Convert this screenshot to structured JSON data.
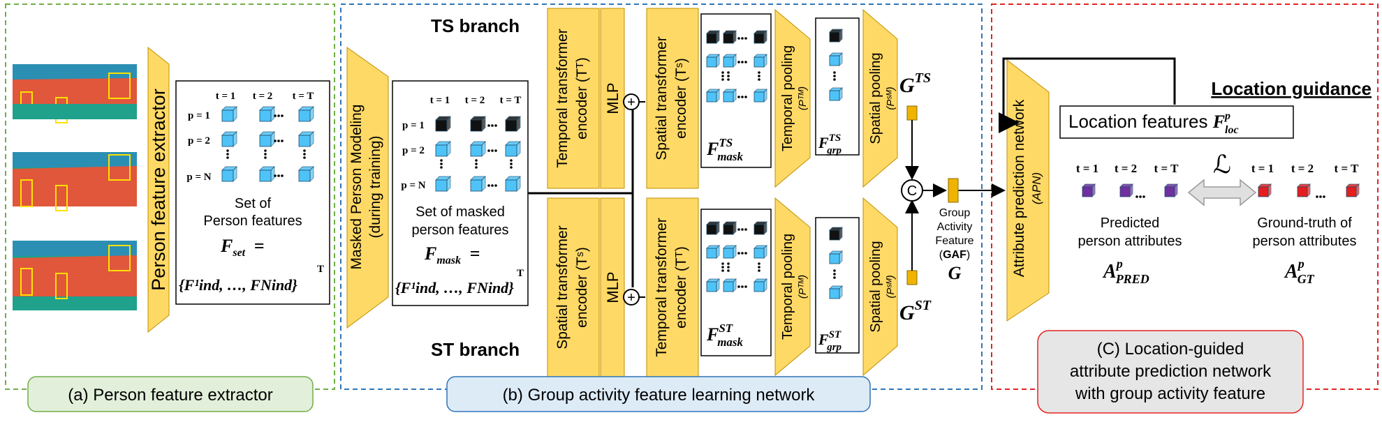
{
  "sections": {
    "a": {
      "caption": "(a) Person feature extractor"
    },
    "b": {
      "caption": "(b) Group activity feature learning network"
    },
    "c": {
      "caption_lines": [
        "(C) Location-guided",
        "attribute prediction network",
        "with group activity feature"
      ]
    }
  },
  "extractor_label": "Person feature extractor",
  "person_set": {
    "header_ts": [
      "t = 1",
      "t = 2",
      "t = T"
    ],
    "header_ps": [
      "p = 1",
      "p = 2",
      "p = N"
    ],
    "caption_line1": "Set of",
    "caption_line2": "Person features",
    "formula_sym": "F",
    "formula_sub": "set",
    "formula_eq": "=",
    "formula_body": "{F¹ind, …, FNind}",
    "formula_sup": "T"
  },
  "mpm": {
    "line1": "Masked Person Modeling",
    "line2": "(during training)"
  },
  "masked_set": {
    "caption_line1": "Set of masked",
    "caption_line2": "person features",
    "formula_sub": "mask",
    "formula_eq": "=",
    "formula_body": "{F¹ind, …, FNind}",
    "formula_sup": "T"
  },
  "branches": {
    "ts": "TS branch",
    "st": "ST branch"
  },
  "ts_row": {
    "temporal_encoder_1": "Temporal transformer",
    "temporal_encoder_2": "encoder (Tᵀ)",
    "mlp": "MLP",
    "plus": "+",
    "spatial_encoder_1": "Spatial transformer",
    "spatial_encoder_2": "encoder (Tˢ)",
    "mask_sup": "TS",
    "mask_sub": "mask",
    "temporal_pool_1": "Temporal pooling",
    "temporal_pool_2": "(Pᵀᴹ)",
    "grp_sup": "TS",
    "grp_sub": "grp",
    "spatial_pool_1": "Spatial pooling",
    "spatial_pool_2": "(Pˢᴹ)",
    "g_sup": "TS"
  },
  "st_row": {
    "spatial_encoder_1": "Spatial transformer",
    "spatial_encoder_2": "encoder (Tˢ)",
    "mlp": "MLP",
    "plus": "+",
    "temporal_encoder_1": "Temporal transformer",
    "temporal_encoder_2": "encoder (Tᵀ)",
    "mask_sup": "ST",
    "mask_sub": "mask",
    "temporal_pool_1": "Temporal pooling",
    "temporal_pool_2": "(Pᵀᴹ)",
    "grp_sup": "ST",
    "grp_sub": "grp",
    "spatial_pool_1": "Spatial pooling",
    "spatial_pool_2": "(Pˢᴹ)",
    "g_sup": "ST"
  },
  "concat": "C",
  "gaf": {
    "line1": "Group",
    "line2": "Activity",
    "line3": "Feature",
    "line4_pre": "(",
    "line4_bold": "GAF",
    "line4_post": ")",
    "symbol": "G"
  },
  "apn": {
    "line1": "Attribute prediction network",
    "line2": "(APN)"
  },
  "location_guidance": "Location guidance",
  "location_features": {
    "text": "Location features ",
    "sym": "F",
    "sup": "p",
    "sub": "loc"
  },
  "attr_header_ts": [
    "t = 1",
    "t = 2",
    "t = T"
  ],
  "loss_symbol": "ℒ",
  "predicted": {
    "line1": "Predicted",
    "line2": "person attributes",
    "sym": "A",
    "sup": "p",
    "sub": "PRED"
  },
  "ground_truth": {
    "line1": "Ground-truth of",
    "line2": "person attributes",
    "sym": "A",
    "sup": "p",
    "sub": "GT"
  },
  "colors": {
    "panel": "#FFD966",
    "panel_stroke": "#BF9000",
    "cube": "#4FC3F7",
    "cube_dark": "#111111",
    "purple": "#7030A0",
    "red": "#E41E1E",
    "orange": "#F0B400",
    "green_dash": "#70AD47",
    "blue_dash": "#2E75B6",
    "red_dash": "#E52222"
  }
}
